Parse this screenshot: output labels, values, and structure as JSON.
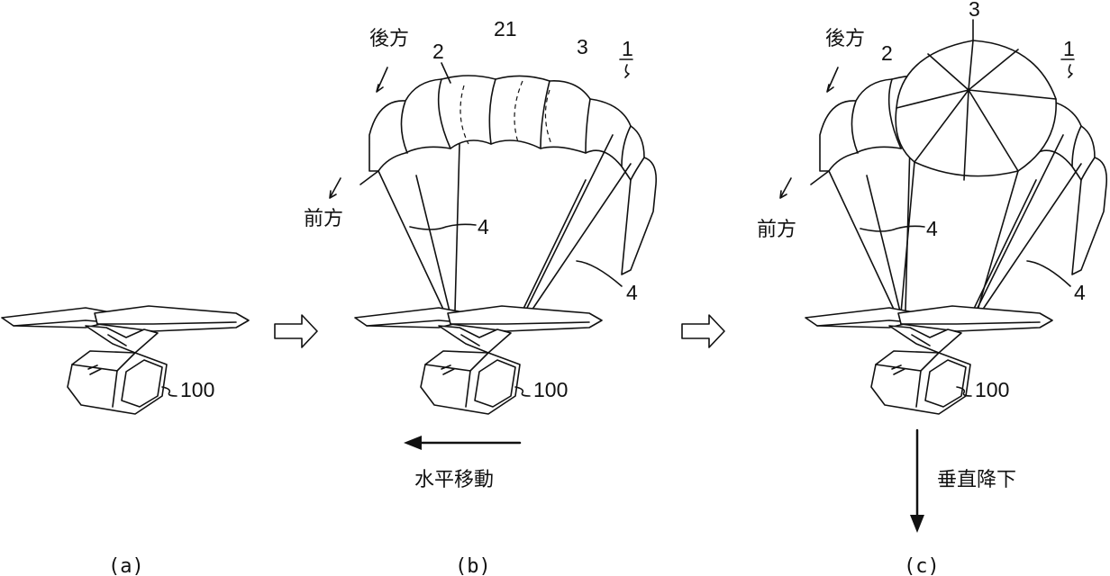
{
  "figure": {
    "panels": [
      {
        "caption": "(a)",
        "vehicle_ref": "100"
      },
      {
        "caption": "(b)",
        "vehicle_ref": "100",
        "device_ref": "1",
        "canopy_ref": "2",
        "inner_ref": "21",
        "parachute_ref": "3",
        "line_ref_1": "4",
        "line_ref_2": "4",
        "rear_label": "後方",
        "front_label": "前方",
        "motion_label": "水平移動"
      },
      {
        "caption": "(c)",
        "vehicle_ref": "100",
        "device_ref": "1",
        "canopy_ref": "2",
        "parachute_ref": "3",
        "line_ref_1": "4",
        "line_ref_2": "4",
        "rear_label": "後方",
        "front_label": "前方",
        "motion_label": "垂直降下"
      }
    ]
  }
}
